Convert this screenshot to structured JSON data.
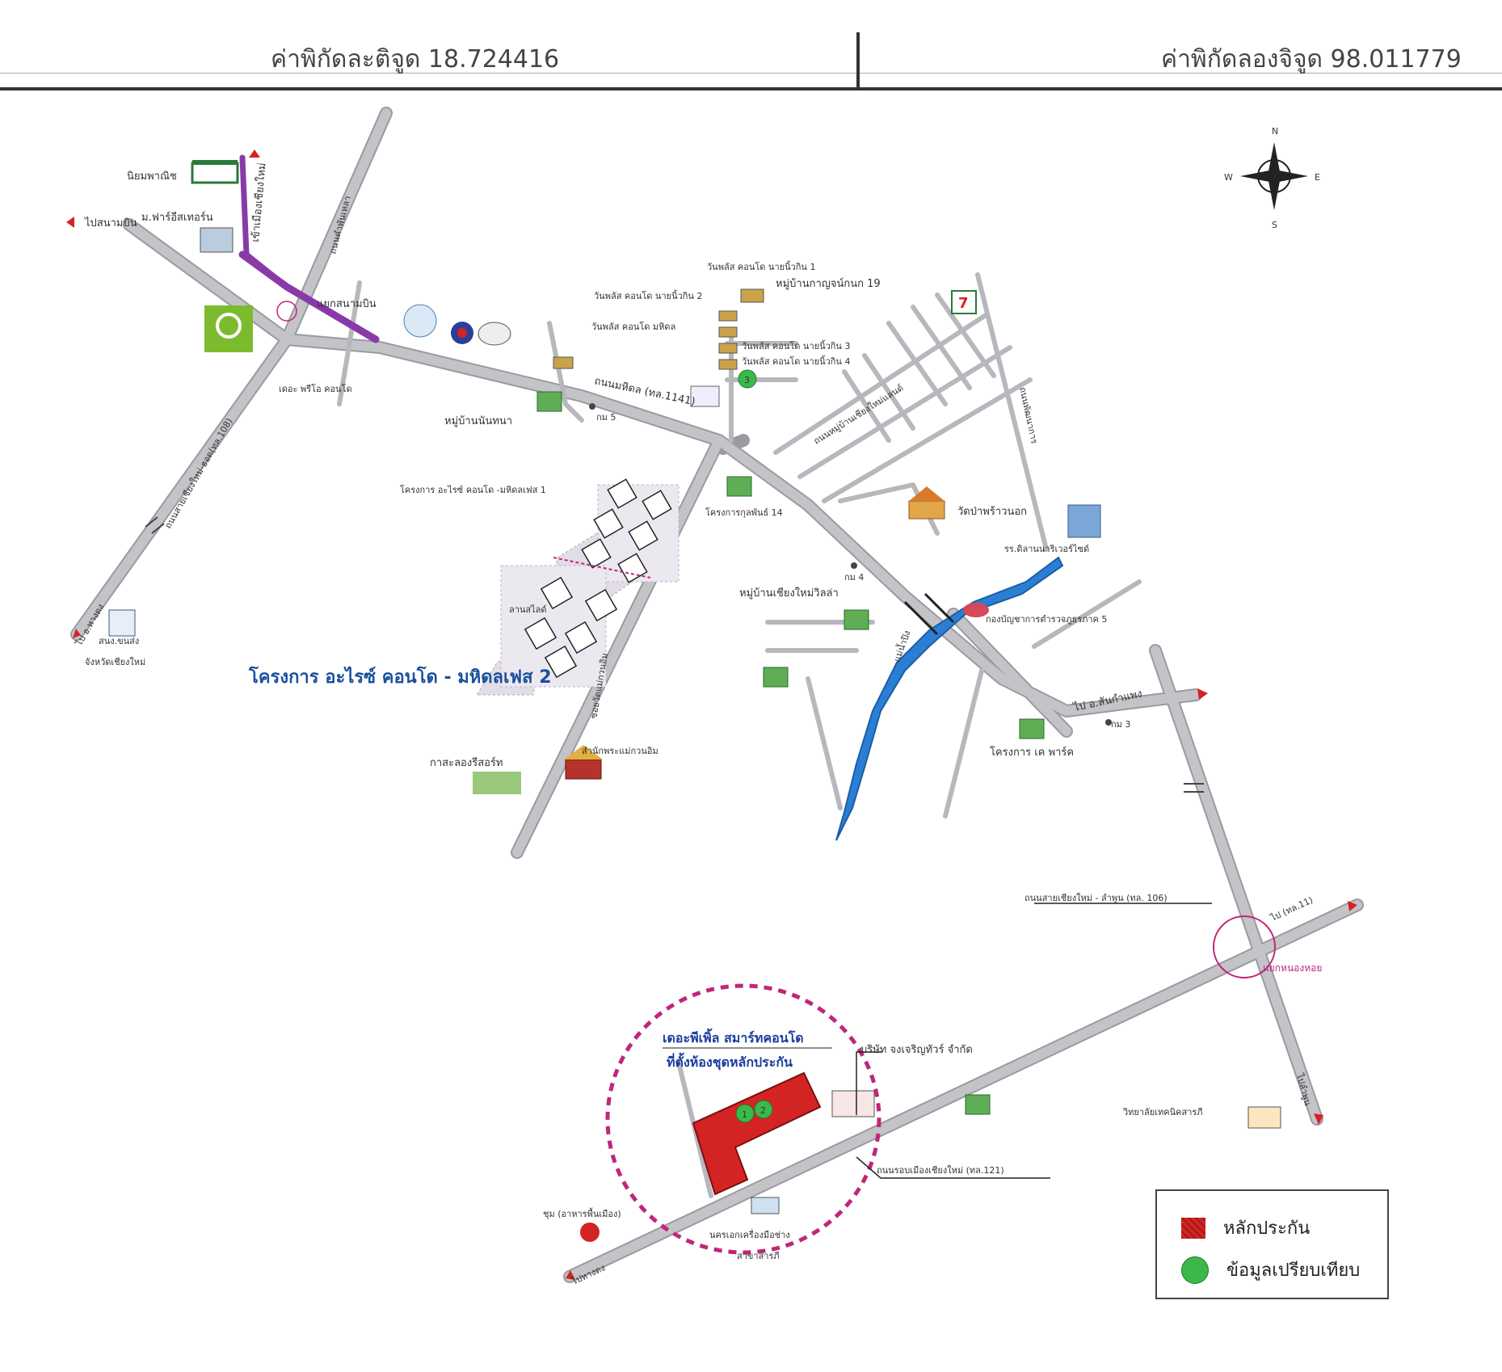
{
  "header": {
    "latitude_label": "ค่าพิกัดละติจูด 18.724416",
    "longitude_label": "ค่าพิกัดลองจิจูด 98.011779"
  },
  "compass": {
    "n": "N",
    "s": "S",
    "e": "E",
    "w": "W"
  },
  "labels": {
    "niyom": "นิยมพาณิช",
    "farm_estate": "ม.ฟาร์อีสเทอร์น",
    "to_airport": "ไปสนามบิน",
    "to_old_city": "เข้าเมืองเชียงใหม่",
    "kham_phan_rd": "ถนนคำพันเหลา",
    "airport_junction": "แยกสนามบิน",
    "the_prio": "เดอะ พรีโอ คอนโด",
    "outer_ring_rd": "ถนนสายเชียงใหม่-ฮอด(ทล.108)",
    "to_hangdong": "ไป อ.หางดง",
    "transport_office": "สนง.ขนส่ง",
    "transport_office_2": "จังหวัดเชียงใหม่",
    "supalai1": "วันพลัส คอนโด นายนิ้วกิน 1",
    "supalai2": "วันพลัส คอนโด นายนิ้วกิน 2",
    "supalai_mahidol": "วันพลัส คอนโด มหิดล",
    "supalai3": "วันพลัส คอนโด นายนิ้วกิน 3",
    "supalai4": "วันพลัส คอนโด นายนิ้วกิน 4",
    "kanjanakul": "หมู่บ้านกาญจน์กนก 19",
    "mahidol_rd": "ถนนมหิดล (ทล.1141)",
    "nanthana": "หมู่บ้านนันทนา",
    "gormor5": "กม 5",
    "mu_ban_sang": "ถนนหมู่บ้านเชียงใหม่แลนด์",
    "ratchaphruek_rd": "ถนนพัฒนาการ",
    "arise1": "โครงการ อะไรซ์ คอนโด -มหิดลเฟส 1",
    "kulphan": "โครงการกุลพันธ์ 14",
    "wat": "วัดป่าพร้าวนอก",
    "school": "รร.ดิลานนาริเวอร์ไซด์",
    "gormor4": "กม 4",
    "village_villa": "หมู่บ้านเชียงใหม่วิลล่า",
    "police": "กองบัญชาการตำรวจภูธรภาค 5",
    "ping_river": "แม่น้ำปิง",
    "arise2": "โครงการ อะไรซ์ คอนโด - มหิดลเฟส 2",
    "soi": "ซอยวัดแม่กวนอิม",
    "slope": "ลานสไลด์",
    "guanyin": "สำนักพระแม่กวนอิม",
    "golf": "กาสะลองรีสอร์ท",
    "to_sankamphaeng": "ไป อ.สันกำแพง",
    "gormor3": "กม 3",
    "kpark": "โครงการ เค พาร์ค",
    "rd106": "ถนนสายเชียงใหม่ - ลำพูน (ทล. 106)",
    "to_11": "ไป (ทล.11)",
    "nong_hoi": "แยกหนองหอย",
    "target": "เดอะพีเพิ้ล สมาร์ทคอนโด",
    "target_2": "ที่ตั้งห้องชุดหลักประกัน",
    "jong_charoen": "บริษัท จงเจริญทัวร์ จำกัด",
    "ring_rd": "ถนนรอบเมืองเชียงใหม่ (ทล.121)",
    "lamphun": "ไปลำพูน",
    "tech_college": "วิทยาลัยเทคนิคสารภี",
    "chum": "ชุม (อาหารพื้นเมือง)",
    "tools": "นครเอกเครื่องมือช่าง",
    "tools_2": "สาขาสารภี",
    "to_hangdong2": "ไปหางดง"
  },
  "legend": {
    "collateral": "หลักประกัน",
    "comparable": "ข้อมูลเปรียบเทียบ"
  },
  "markers": {
    "comp_a": "1",
    "comp_b": "2",
    "comp_c": "3"
  },
  "colors": {
    "road": "#c3c3c8",
    "road_edge": "#9a9aa2",
    "river": "#2a7fd4",
    "purple_road": "#8a3aa8",
    "collateral": "#d42323",
    "comparable": "#3cb84a",
    "circle": "#c0267a"
  }
}
